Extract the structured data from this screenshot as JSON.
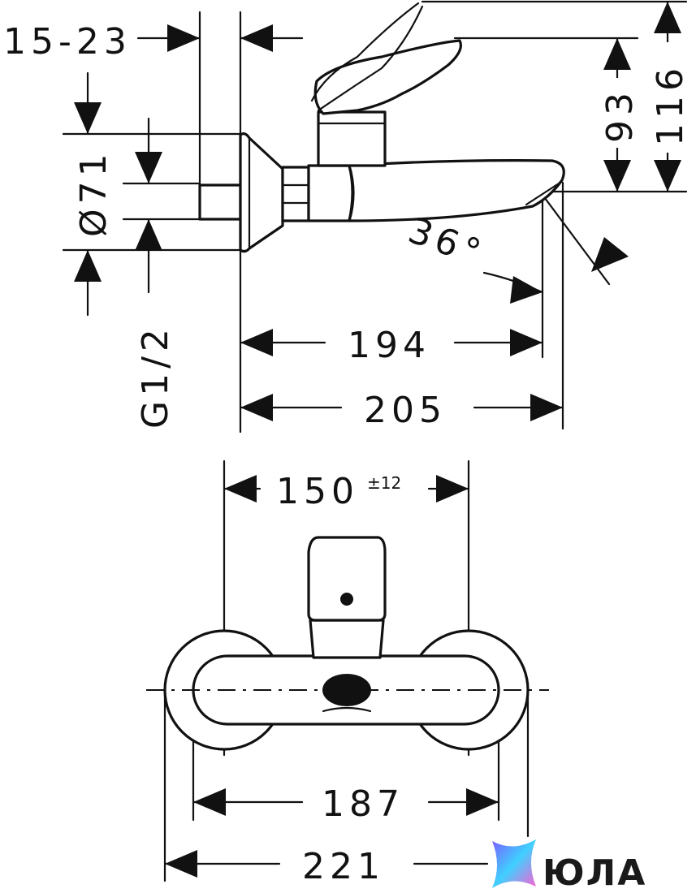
{
  "dimensions": {
    "wall_distance": "15-23",
    "rosette_diameter": "Ø71",
    "connection_thread": "G1/2",
    "height_to_lever": "93",
    "total_height": "116",
    "spout_angle": "36°",
    "spout_reach": "194",
    "total_depth": "205",
    "center_distance": "150",
    "center_tolerance": "±12",
    "body_width": "187",
    "total_width": "221"
  },
  "watermark": {
    "brand": "ЮЛА",
    "colors": [
      "#7b5cff",
      "#3fd0ff",
      "#ff5fd2"
    ]
  }
}
